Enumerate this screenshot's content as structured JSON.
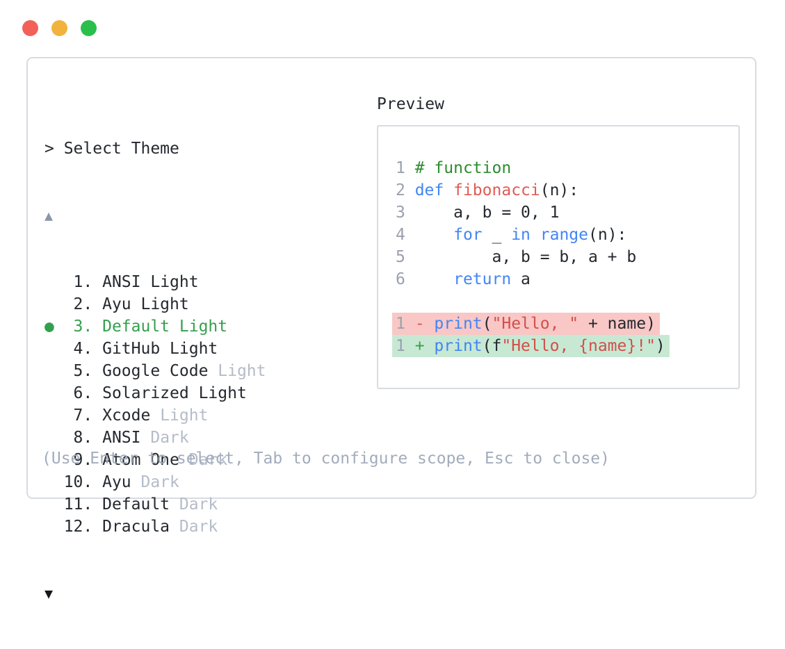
{
  "colors": {
    "tlred": "#f3605a",
    "tlyellow": "#f2b33d",
    "tlgreen": "#2abf4b",
    "border": "#d7dbe3",
    "ink": "#24292f",
    "muted": "#b4bcc9",
    "hint": "#a3acbc",
    "arrowup": "#8b96aa",
    "arrowdown": "#17181d",
    "select": "#34a04e",
    "comment": "#2c8c2e",
    "keyword": "#4285f4",
    "fname": "#e15b55",
    "string": "#d14f49",
    "minus": "#db5750",
    "plus": "#38a049",
    "lnum": "#99a1ad",
    "delbg": "#f9c7c6",
    "addbg": "#c7e9d4"
  },
  "window": {
    "close_icon": "circle",
    "minimize_icon": "circle",
    "zoom_icon": "circle"
  },
  "theme_picker": {
    "prompt": "> Select Theme",
    "scroll_up_glyph": "▲",
    "scroll_down_glyph": "▼",
    "bullet_glyph": "●",
    "items": [
      {
        "number": "1",
        "name": "ANSI",
        "variant": "Light",
        "variant_muted": false,
        "selected": false
      },
      {
        "number": "2",
        "name": "Ayu",
        "variant": "Light",
        "variant_muted": false,
        "selected": false
      },
      {
        "number": "3",
        "name": "Default",
        "variant": "Light",
        "variant_muted": false,
        "selected": true
      },
      {
        "number": "4",
        "name": "GitHub",
        "variant": "Light",
        "variant_muted": false,
        "selected": false
      },
      {
        "number": "5",
        "name": "Google Code",
        "variant": "Light",
        "variant_muted": true,
        "selected": false
      },
      {
        "number": "6",
        "name": "Solarized",
        "variant": "Light",
        "variant_muted": false,
        "selected": false
      },
      {
        "number": "7",
        "name": "Xcode",
        "variant": "Light",
        "variant_muted": true,
        "selected": false
      },
      {
        "number": "8",
        "name": "ANSI",
        "variant": "Dark",
        "variant_muted": true,
        "selected": false
      },
      {
        "number": "9",
        "name": "Atom One",
        "variant": "Dark",
        "variant_muted": true,
        "selected": false
      },
      {
        "number": "10",
        "name": "Ayu",
        "variant": "Dark",
        "variant_muted": true,
        "selected": false
      },
      {
        "number": "11",
        "name": "Default",
        "variant": "Dark",
        "variant_muted": true,
        "selected": false
      },
      {
        "number": "12",
        "name": "Dracula",
        "variant": "Dark",
        "variant_muted": true,
        "selected": false
      }
    ],
    "footer_hint": "(Use Enter to select, Tab to configure scope, Esc to close)"
  },
  "preview": {
    "title": "Preview",
    "code_lines": [
      {
        "num": "1",
        "bg": null,
        "tokens": [
          [
            "# function",
            "comment"
          ]
        ]
      },
      {
        "num": "2",
        "bg": null,
        "tokens": [
          [
            "def",
            "keyword"
          ],
          [
            " ",
            "plain"
          ],
          [
            "fibonacci",
            "function"
          ],
          [
            "(n):",
            "plain"
          ]
        ]
      },
      {
        "num": "3",
        "bg": null,
        "tokens": [
          [
            "    a, b = 0, 1",
            "plain"
          ]
        ]
      },
      {
        "num": "4",
        "bg": null,
        "tokens": [
          [
            "    ",
            "plain"
          ],
          [
            "for",
            "keyword"
          ],
          [
            " _ ",
            "plain"
          ],
          [
            "in",
            "keyword"
          ],
          [
            " ",
            "plain"
          ],
          [
            "range",
            "keyword"
          ],
          [
            "(n):",
            "plain"
          ]
        ]
      },
      {
        "num": "5",
        "bg": null,
        "tokens": [
          [
            "        a, b = b, a + b",
            "plain"
          ]
        ]
      },
      {
        "num": "6",
        "bg": null,
        "tokens": [
          [
            "    ",
            "plain"
          ],
          [
            "return",
            "keyword"
          ],
          [
            " a",
            "plain"
          ]
        ]
      },
      {
        "num": "",
        "bg": null,
        "tokens": []
      },
      {
        "num": "1",
        "bg": "removed",
        "tokens": [
          [
            "- ",
            "minus"
          ],
          [
            "print",
            "keyword"
          ],
          [
            "(",
            "plain"
          ],
          [
            "\"Hello, \"",
            "string"
          ],
          [
            " + name)",
            "plain"
          ]
        ]
      },
      {
        "num": "1",
        "bg": "added",
        "tokens": [
          [
            "+ ",
            "plus"
          ],
          [
            "print",
            "keyword"
          ],
          [
            "(f",
            "plain"
          ],
          [
            "\"Hello, {name}!\"",
            "string"
          ],
          [
            ")",
            "plain"
          ]
        ]
      }
    ]
  }
}
